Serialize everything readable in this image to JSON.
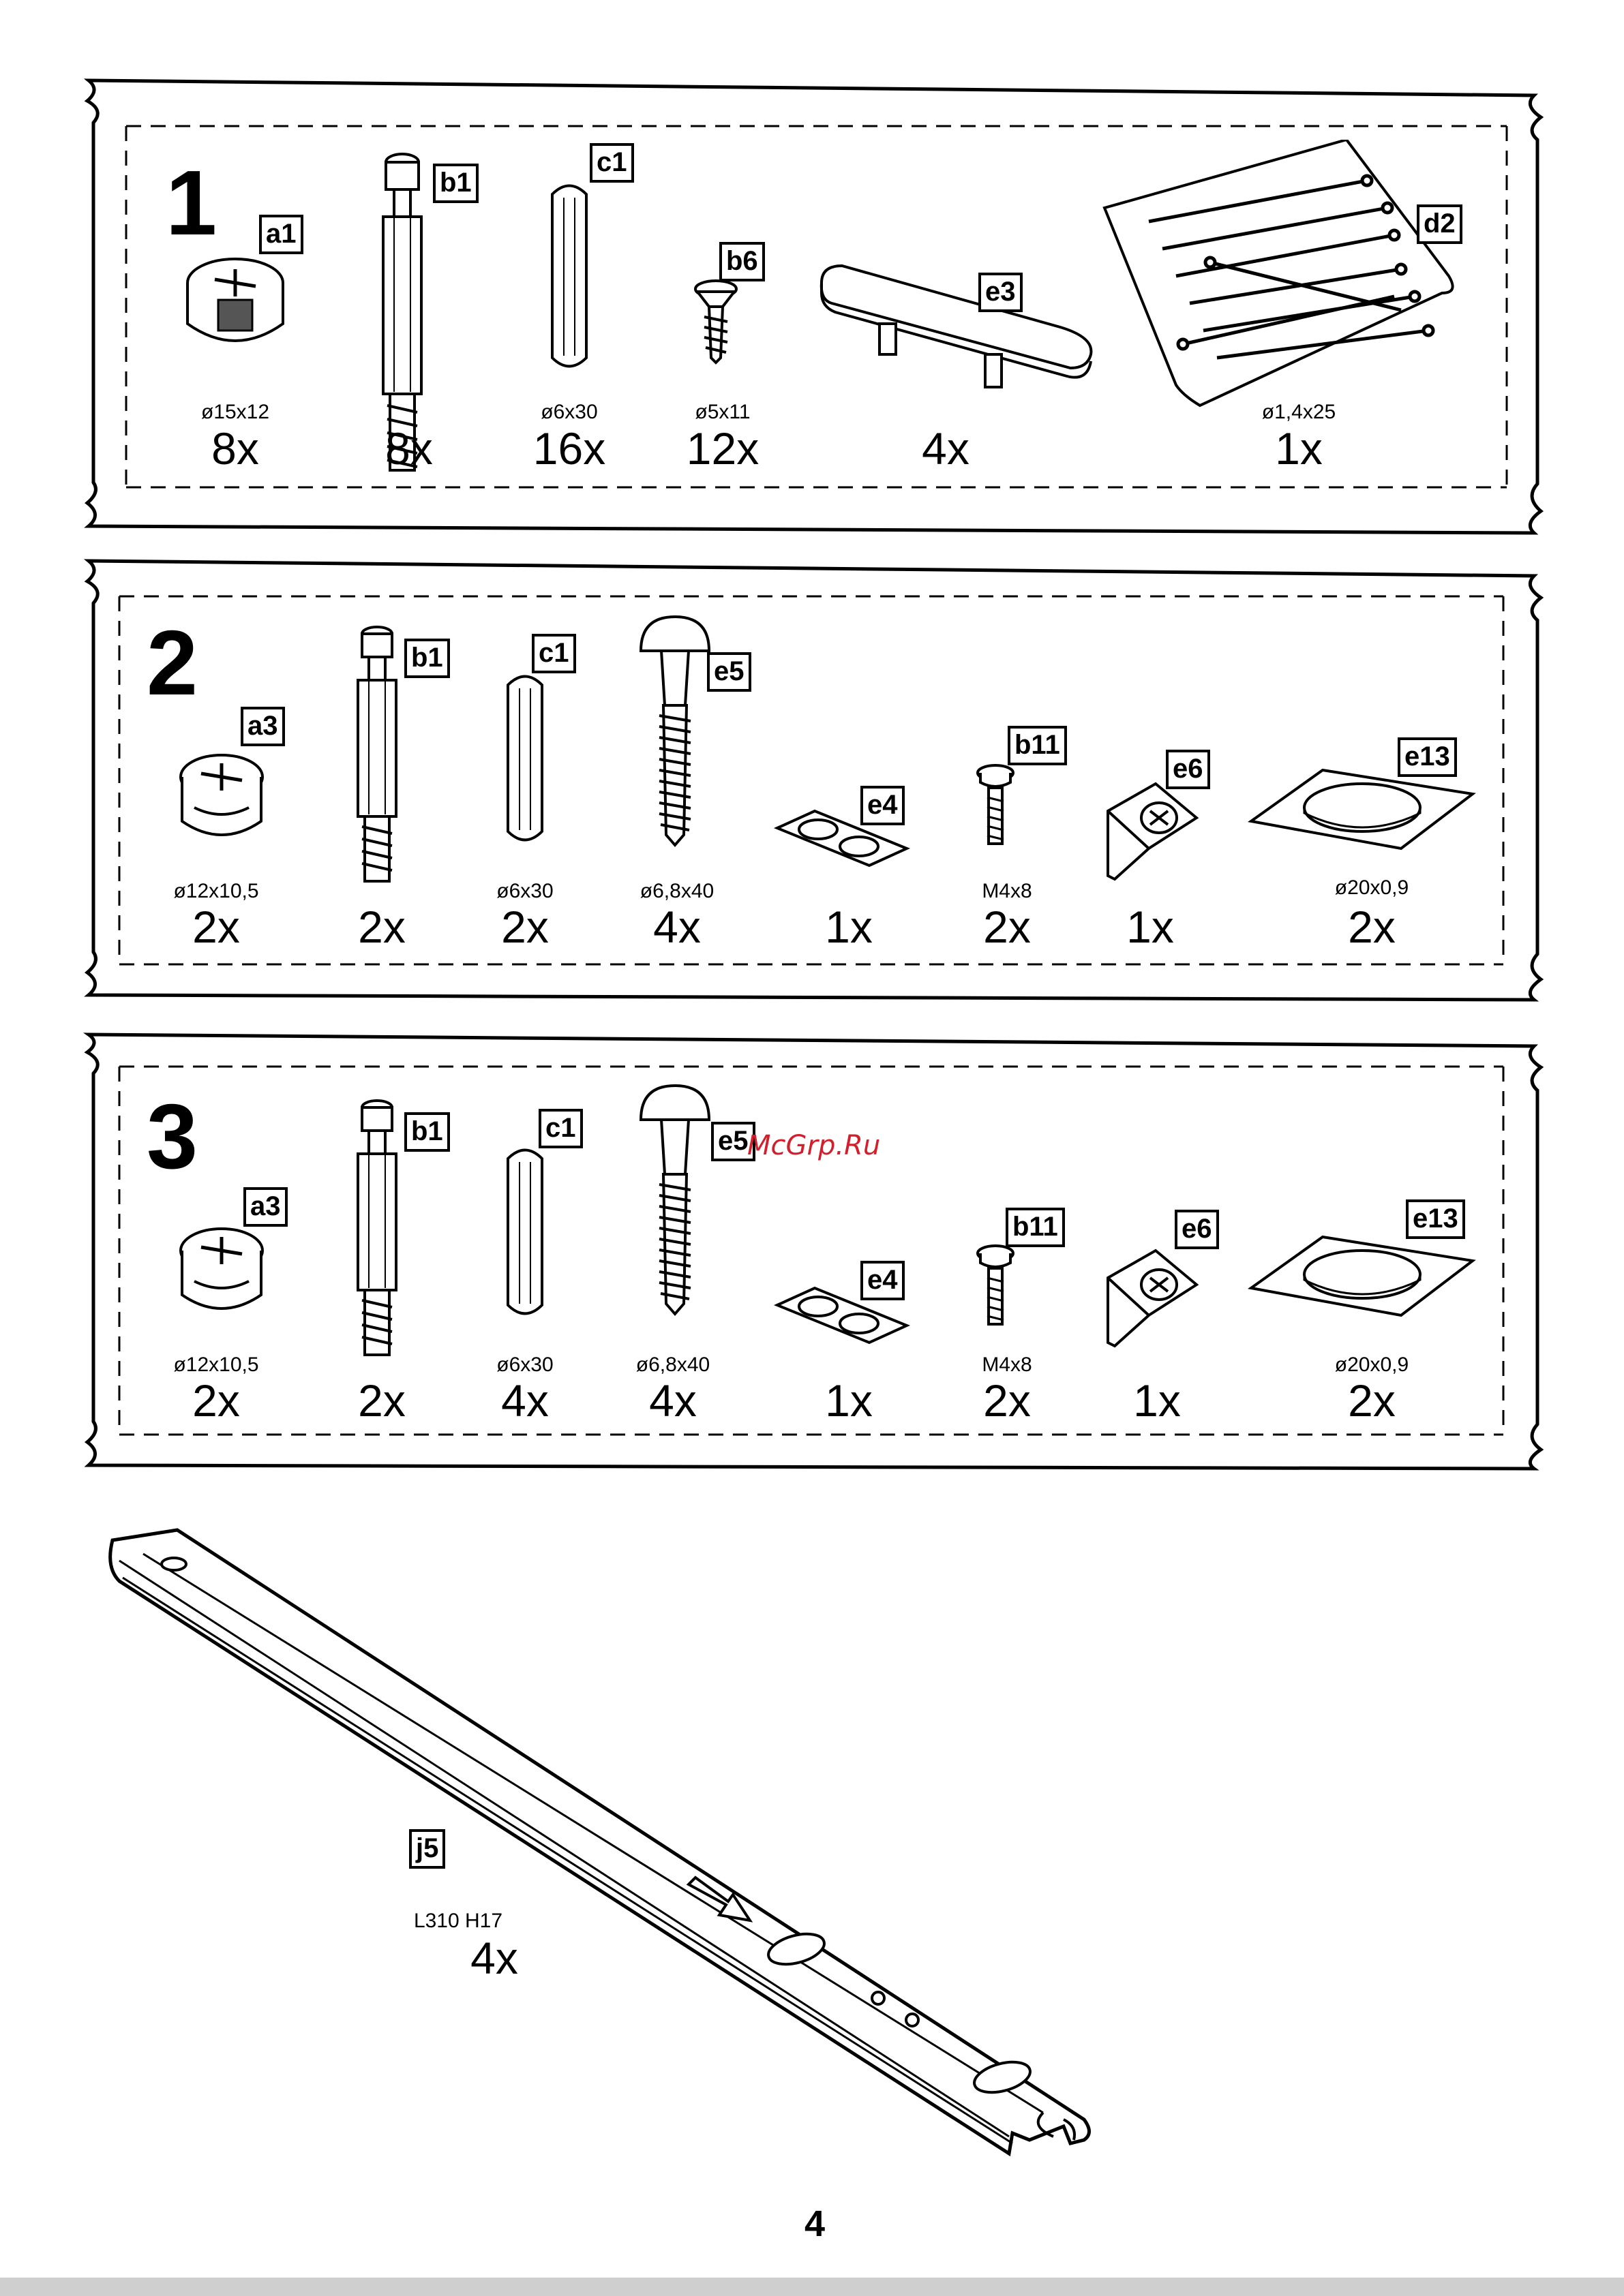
{
  "bags": [
    {
      "number": "1",
      "parts": [
        {
          "code": "a1",
          "spec": "ø15x12",
          "qty": "8x"
        },
        {
          "code": "b1",
          "spec": "",
          "qty": "8x"
        },
        {
          "code": "c1",
          "spec": "ø6x30",
          "qty": "16x"
        },
        {
          "code": "b6",
          "spec": "ø5x11",
          "qty": "12x"
        },
        {
          "code": "e3",
          "spec": "",
          "qty": "4x"
        },
        {
          "code": "d2",
          "spec": "ø1,4x25",
          "qty": "1x"
        }
      ]
    },
    {
      "number": "2",
      "parts": [
        {
          "code": "a3",
          "spec": "ø12x10,5",
          "qty": "2x"
        },
        {
          "code": "b1",
          "spec": "",
          "qty": "2x"
        },
        {
          "code": "c1",
          "spec": "ø6x30",
          "qty": "2x"
        },
        {
          "code": "e5",
          "spec": "ø6,8x40",
          "qty": "4x"
        },
        {
          "code": "e4",
          "spec": "",
          "qty": "1x"
        },
        {
          "code": "b11",
          "spec": "M4x8",
          "qty": "2x"
        },
        {
          "code": "e6",
          "spec": "",
          "qty": "1x"
        },
        {
          "code": "e13",
          "spec": "ø20x0,9",
          "qty": "2x"
        }
      ]
    },
    {
      "number": "3",
      "parts": [
        {
          "code": "a3",
          "spec": "ø12x10,5",
          "qty": "2x"
        },
        {
          "code": "b1",
          "spec": "",
          "qty": "2x"
        },
        {
          "code": "c1",
          "spec": "ø6x30",
          "qty": "4x"
        },
        {
          "code": "e5",
          "spec": "ø6,8x40",
          "qty": "4x"
        },
        {
          "code": "e4",
          "spec": "",
          "qty": "1x"
        },
        {
          "code": "b11",
          "spec": "M4x8",
          "qty": "2x"
        },
        {
          "code": "e6",
          "spec": "",
          "qty": "1x"
        },
        {
          "code": "e13",
          "spec": "ø20x0,9",
          "qty": "2x"
        }
      ]
    }
  ],
  "rail": {
    "code": "j5",
    "spec": "L310 H17",
    "qty": "4x"
  },
  "watermark": "McGrp.Ru",
  "page_number": "4"
}
